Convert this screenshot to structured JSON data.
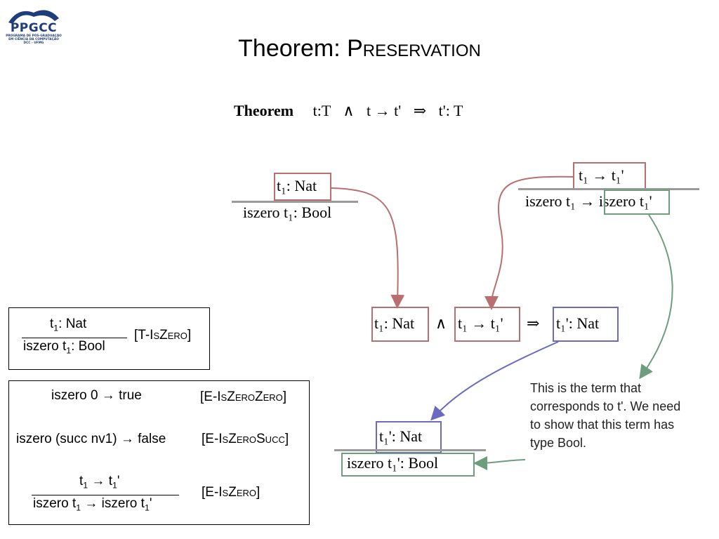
{
  "logo": {
    "text": "PPGCC",
    "line1": "PROGRAMA DE PÓS-GRADUAÇÃO",
    "line2": "EM CIÊNCIA DA COMPUTAÇÃO",
    "line3": "DCC - UFMG"
  },
  "title": {
    "prefix": "Theorem: ",
    "sc": "Preservation"
  },
  "theorem": {
    "label": "Theorem",
    "premise1": "t:T",
    "and": "∧",
    "premise2": "t → t'",
    "implies": "⇒",
    "conclusion": "t': T"
  },
  "derivation_left": {
    "premise": "t₁: Nat",
    "conclusion": "iszero t₁: Bool"
  },
  "derivation_right": {
    "premise": "t₁ → t₁'",
    "conclusion_a": "iszero t₁",
    "arrow": "→",
    "conclusion_b": "iszero t₁'"
  },
  "middle_line": {
    "a": "t₁: Nat",
    "and": "∧",
    "b": "t₁ → t₁'",
    "implies": "⇒",
    "c": "t₁': Nat"
  },
  "bottom_derivation": {
    "premise": "t₁': Nat",
    "conclusion": "iszero t₁': Bool"
  },
  "callout": "This is the term that corresponds to t'. We need to show that this term has type Bool.",
  "rule_tiszero": {
    "num_pre": "t",
    "num_sub": "1",
    "num_post": ": Nat",
    "den_pre": "iszero t",
    "den_sub": "1",
    "den_post": ": Bool",
    "label_open": "[T-",
    "label_sc": "IsZero",
    "label_close": "]"
  },
  "eval_rules": {
    "r1_left": "iszero 0 → true",
    "r1_label_open": "[E-",
    "r1_label_sc": "IsZeroZero",
    "r1_label_close": "]",
    "r2_left": "iszero (succ nv1) → false",
    "r2_label_open": "[E-",
    "r2_label_sc": "IsZeroSucc",
    "r2_label_close": "]",
    "r3_num_a": "t",
    "r3_num_sub1": "1",
    "r3_num_b": " → t",
    "r3_num_sub2": "1",
    "r3_num_c": "'",
    "r3_den_a": "iszero t",
    "r3_den_sub1": "1",
    "r3_den_b": " → iszero t",
    "r3_den_sub2": "1",
    "r3_den_c": "'",
    "r3_label_open": "[E-",
    "r3_label_sc": "IsZero",
    "r3_label_close": "]"
  },
  "colors": {
    "red": "#b96f6f",
    "blue": "#6a6ac0",
    "green": "#6e9d7e",
    "logo_blue": "#1f3d7a"
  }
}
